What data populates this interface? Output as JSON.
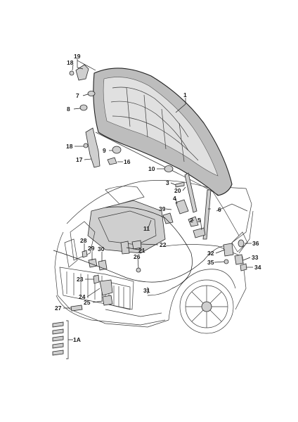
{
  "diagram": {
    "labels": {
      "l1": "1",
      "l1a": "1A",
      "l2": "2",
      "l3": "3",
      "l4": "4",
      "l5": "5",
      "l6": "6",
      "l7": "7",
      "l8": "8",
      "l9": "9",
      "l10": "10",
      "l11": "11",
      "l16": "16",
      "l17": "17",
      "l18a": "18",
      "l18b": "18",
      "l19": "19",
      "l20": "20",
      "l21": "21",
      "l22": "22",
      "l23": "23",
      "l24": "24",
      "l25": "25",
      "l26": "26",
      "l27": "27",
      "l28": "28",
      "l29": "29",
      "l30": "30",
      "l31": "31",
      "l32": "32",
      "l33": "33",
      "l34": "34",
      "l35": "35",
      "l36": "36",
      "l39": "39"
    }
  }
}
